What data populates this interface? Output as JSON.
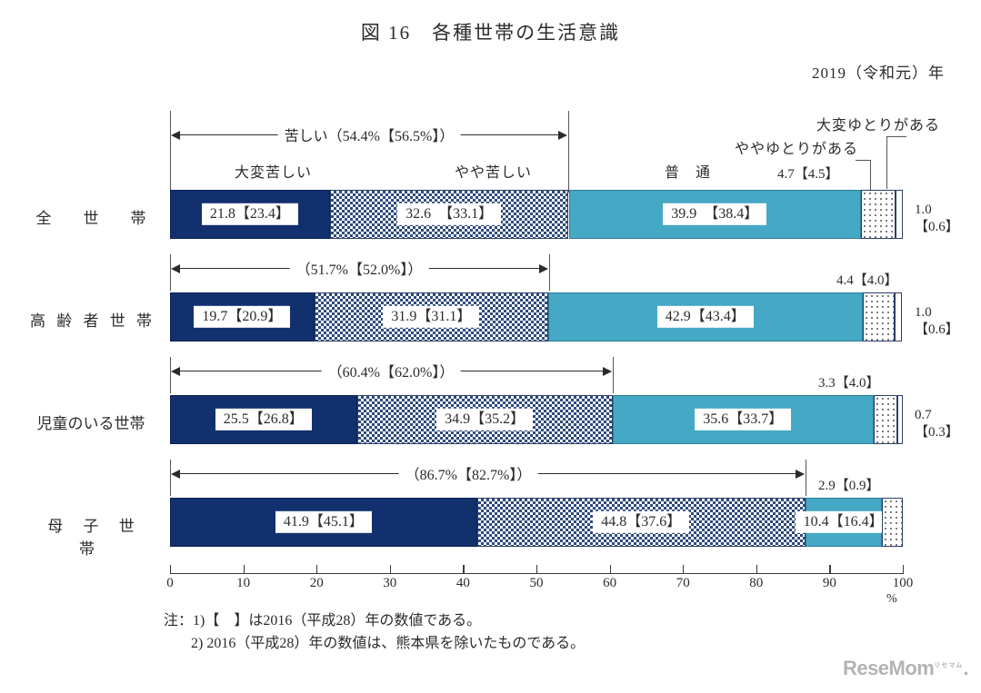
{
  "title": "図 16　各種世帯の生活意識",
  "year_label": "2019（令和元）年",
  "axis": {
    "ticks": [
      "0",
      "10",
      "20",
      "30",
      "40",
      "50",
      "60",
      "70",
      "80",
      "90",
      "100"
    ],
    "unit": "%"
  },
  "legend_labels": {
    "s1": "大変苦しい",
    "s2": "やや苦しい",
    "s3": "普　通",
    "s4": "ややゆとりがある",
    "s5": "大変ゆとりがある"
  },
  "top_small_values": {
    "s4_value": "4.7【4.5】"
  },
  "notes": {
    "line1": "注：1)【　】は2016（平成28）年の数値である。",
    "line2": "2) 2016（平成28）年の数値は、熊本県を除いたものである。"
  },
  "logo": "ReseMom",
  "logo_sup": "リセマム",
  "chart_data": {
    "type": "bar",
    "orientation": "horizontal",
    "stacked": true,
    "title": "図 16　各種世帯の生活意識",
    "subtitle": "2019（令和元）年",
    "xlabel": "%",
    "ylabel": "",
    "xlim": [
      0,
      100
    ],
    "xticks": [
      0,
      10,
      20,
      30,
      40,
      50,
      60,
      70,
      80,
      90,
      100
    ],
    "grid": false,
    "categories": [
      "全　世　帯",
      "高 齢 者 世 帯",
      "児童のいる世帯",
      "母 子 世 帯"
    ],
    "series": [
      {
        "name": "大変苦しい",
        "key": "s1",
        "color": "#12306e",
        "values": [
          21.8,
          19.7,
          25.5,
          41.9
        ],
        "values_2016": [
          23.4,
          20.9,
          26.8,
          45.1
        ]
      },
      {
        "name": "やや苦しい",
        "key": "s2",
        "color": "#2e4a7d",
        "values": [
          32.6,
          31.9,
          34.9,
          44.8
        ],
        "values_2016": [
          33.1,
          31.1,
          35.2,
          37.6
        ]
      },
      {
        "name": "普　通",
        "key": "s3",
        "color": "#45a8c4",
        "values": [
          39.9,
          42.9,
          35.6,
          10.4
        ],
        "values_2016": [
          38.4,
          43.4,
          33.7,
          16.4
        ]
      },
      {
        "name": "ややゆとりがある",
        "key": "s4",
        "color": "#ffffff",
        "values": [
          4.7,
          4.4,
          3.3,
          2.9
        ],
        "values_2016": [
          4.5,
          4.0,
          4.0,
          0.9
        ]
      },
      {
        "name": "大変ゆとりがある",
        "key": "s5",
        "color": "#ffffff",
        "values": [
          1.0,
          1.0,
          0.7,
          null
        ],
        "values_2016": [
          0.6,
          0.6,
          0.3,
          null
        ]
      }
    ],
    "annotations": [
      {
        "row": 0,
        "text": "苦しい（54.4%【56.5%】）",
        "from": 0,
        "to": 54.4
      },
      {
        "row": 1,
        "text": "（51.7%【52.0%】）",
        "from": 0,
        "to": 51.7
      },
      {
        "row": 2,
        "text": "（60.4%【62.0%】）",
        "from": 0,
        "to": 60.4
      },
      {
        "row": 3,
        "text": "（86.7%【82.7%】）",
        "from": 0,
        "to": 86.7
      }
    ]
  },
  "rows": [
    {
      "label": "全　世　帯",
      "s1": "21.8【23.4】",
      "s2": "32.6　【33.1】",
      "s3": "39.9　【38.4】",
      "s4_outside": "4.7 【4.5】",
      "s5_outside_a": "1.0",
      "s5_outside_b": "【0.6】",
      "arrow": "苦しい（54.4%【56.5%】）"
    },
    {
      "label": "高 齢 者 世 帯",
      "s1": "19.7【20.9】",
      "s2": "31.9【31.1】",
      "s3": "42.9【43.4】",
      "s4_outside": "4.4【4.0】",
      "s5_outside_a": "1.0",
      "s5_outside_b": "【0.6】",
      "arrow": "（51.7%【52.0%】）"
    },
    {
      "label": "児童のいる世帯",
      "s1": "25.5【26.8】",
      "s2": "34.9【35.2】",
      "s3": "35.6【33.7】",
      "s4_outside": "3.3【4.0】",
      "s5_outside_a": "0.7",
      "s5_outside_b": "【0.3】",
      "arrow": "（60.4%【62.0%】）"
    },
    {
      "label": "母 子 世 帯",
      "s1": "41.9【45.1】",
      "s2": "44.8【37.6】",
      "s3": "10.4【16.4】",
      "s4_outside": "2.9【0.9】",
      "s5_outside_a": "",
      "s5_outside_b": "",
      "arrow": "（86.7%【82.7%】）"
    }
  ]
}
